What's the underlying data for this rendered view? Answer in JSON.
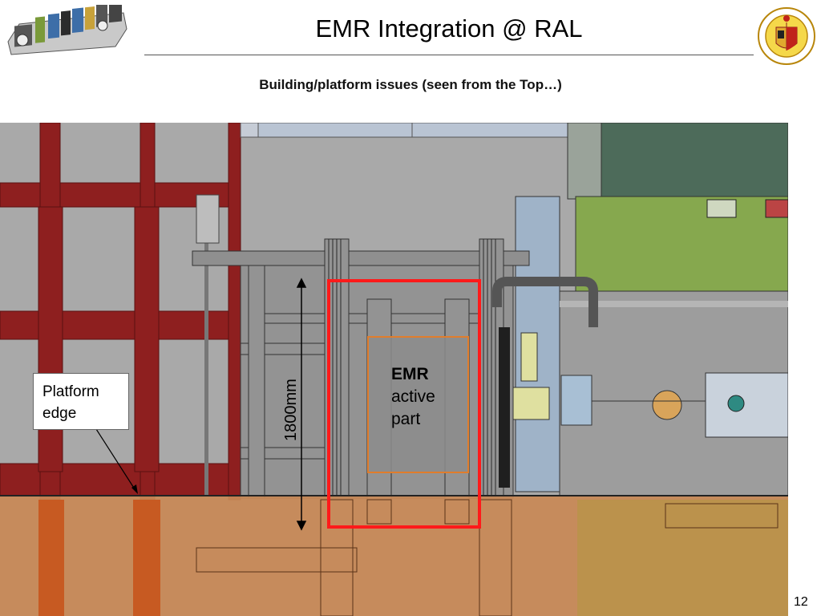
{
  "slide": {
    "title": "EMR Integration @ RAL",
    "subtitle": "Building/platform issues (seen from the Top…)",
    "page_number": "12"
  },
  "diagram": {
    "platform_label_line1": "Platform",
    "platform_label_line2": "edge",
    "dimension_label": "1800mm",
    "emr_label_line1": "EMR",
    "emr_label_line2": "active",
    "emr_label_line3": "part"
  },
  "colors": {
    "frame_red": "#8e1f1f",
    "floor_gray": "#a8a8a8",
    "platform_overlay": "#d9955a",
    "highlight_red": "#ff1a1a",
    "emr_box_border": "#e07d2c",
    "panel_green": "#7fa34a",
    "panel_blue": "#9fb3c8"
  },
  "logos": {
    "university_seal_icon": "university-of-geneva-seal",
    "magnet_icon": "magnet-assembly-thumbnail"
  }
}
